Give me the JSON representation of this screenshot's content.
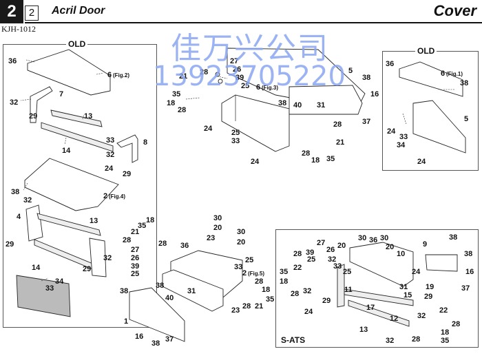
{
  "header": {
    "section_number": "2",
    "page_number": "2",
    "title": "Acril Door",
    "category": "Cover",
    "model_code": "KJH-1012"
  },
  "watermark": {
    "company": "佳万兴公司",
    "phone": "13923705220"
  },
  "boxes": {
    "old_left": "OLD",
    "old_right": "OLD",
    "s_ats": "S-ATS"
  },
  "labels": {
    "L36": "36",
    "L6f2": "6",
    "L6f2s": "(Fig.2)",
    "L7": "7",
    "L32a": "32",
    "L29a": "29",
    "L13a": "13",
    "L14a": "14",
    "L33a": "33",
    "L32b": "32",
    "L8": "8",
    "L24a": "24",
    "L29b": "29",
    "L38a": "38",
    "L32c": "32",
    "L2f4": "2",
    "L2f4s": "(Fig.4)",
    "L4": "4",
    "L13b": "13",
    "L29c": "29",
    "L14b": "14",
    "L32d": "32",
    "L29d": "29",
    "L34a": "34",
    "L33b": "33",
    "C27": "27",
    "C26": "26",
    "C21": "21",
    "C28a": "28",
    "C39": "39",
    "C25a": "25",
    "C6f3": "6",
    "C6f3s": "(Fig.3)",
    "C35": "35",
    "C18": "18",
    "C28b": "28",
    "C38": "38",
    "C40": "40",
    "C31": "31",
    "C5": "5",
    "C38b": "38",
    "C16": "16",
    "C37": "37",
    "C24a": "24",
    "C25b": "25",
    "C33": "33",
    "C28c": "28",
    "C21b": "21",
    "C28d": "28",
    "C18b": "18",
    "C35b": "35",
    "C24b": "24",
    "R36": "36",
    "R6f1": "6",
    "R6f1s": "(Fig.1)",
    "R38": "38",
    "R5": "5",
    "R24": "24",
    "R33": "33",
    "R34": "34",
    "R24b": "24",
    "B18": "18",
    "B35": "35",
    "B21": "21",
    "B28a": "28",
    "B28b": "28",
    "B27": "27",
    "B26": "26",
    "B39": "39",
    "B25": "25",
    "B36": "36",
    "B30a": "30",
    "B20a": "20",
    "B23a": "23",
    "B30b": "30",
    "B20b": "20",
    "B33": "33",
    "B25b": "25",
    "B2f5": "2",
    "B2f5s": "(Fig.5)",
    "B38a": "38",
    "B38b": "38",
    "B40": "40",
    "B31": "31",
    "B28c": "28",
    "B18b": "18",
    "B35b": "35",
    "B28d": "28",
    "B21b": "21",
    "B23b": "23",
    "B1": "1",
    "B16": "16",
    "B38c": "38",
    "B37": "37",
    "S28a": "28",
    "S27": "27",
    "S26": "26",
    "S39": "39",
    "S25a": "25",
    "S32a": "32",
    "S22a": "22",
    "S33": "33",
    "S25b": "25",
    "S35": "35",
    "S18a": "18",
    "S28b": "28",
    "S32b": "32",
    "S20a": "20",
    "S30a": "30",
    "S36": "36",
    "S30b": "30",
    "S20b": "20",
    "S10": "10",
    "S9": "9",
    "S38": "38",
    "S38b": "38",
    "S24a": "24",
    "S16": "16",
    "S37": "37",
    "S31": "31",
    "S19": "19",
    "S15": "15",
    "S29b": "29",
    "S11": "11",
    "S29a": "29",
    "S24b": "24",
    "S17": "17",
    "S13": "13",
    "S12": "12",
    "S32c": "32",
    "S22b": "22",
    "S28c": "28",
    "S18b": "18",
    "S35b": "35",
    "S28d": "28",
    "S32d": "32"
  }
}
